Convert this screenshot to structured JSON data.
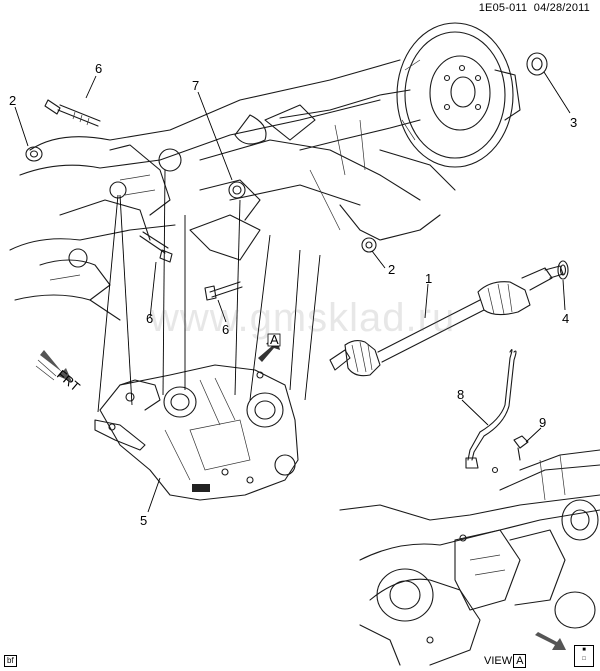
{
  "header": {
    "diagram_code": "1E05-011",
    "date": "04/28/2011"
  },
  "watermark": "www.gmsklad.ru",
  "callouts": {
    "c1": "1",
    "c2a": "2",
    "c2b": "2",
    "c3": "3",
    "c4": "4",
    "c5": "5",
    "c6a": "6",
    "c6b": "6",
    "c6c": "6",
    "c7": "7",
    "c8": "8",
    "c9": "9"
  },
  "view_marker": "A",
  "view_label": {
    "prefix": "VIEW",
    "letter": "A"
  },
  "front_arrow_label": "FRT",
  "corner_tag": "bf",
  "colors": {
    "line": "#1a1a1a",
    "background": "#ffffff"
  }
}
